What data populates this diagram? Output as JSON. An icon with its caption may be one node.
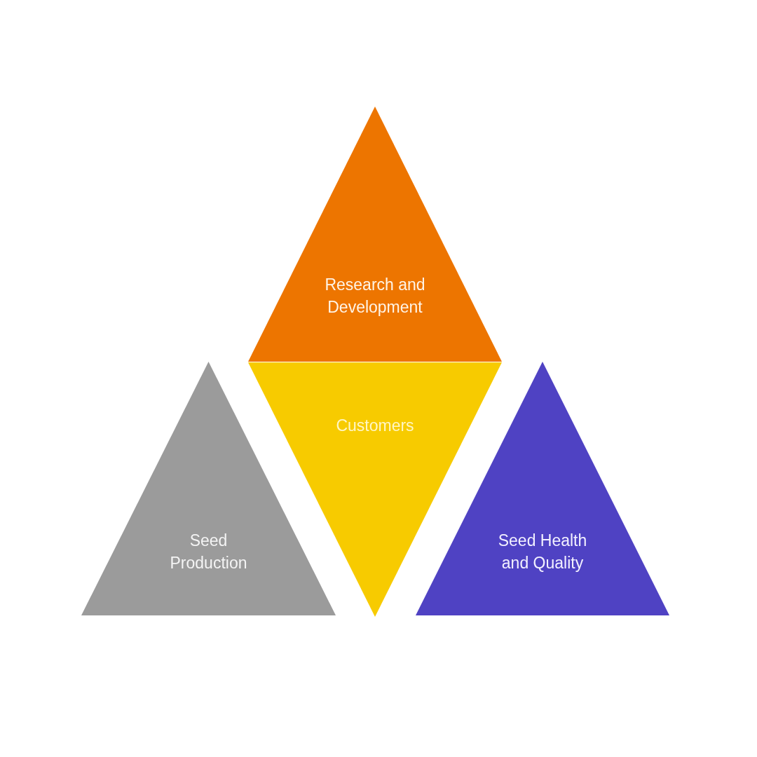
{
  "diagram": {
    "nodes": [
      {
        "text": [
          "Research and Development"
        ]
      },
      {
        "text": [
          "Customers"
        ]
      },
      {
        "text": [
          "Seed Production"
        ]
      },
      {
        "text": [
          "Seed Health and Quality"
        ]
      }
    ]
  }
}
